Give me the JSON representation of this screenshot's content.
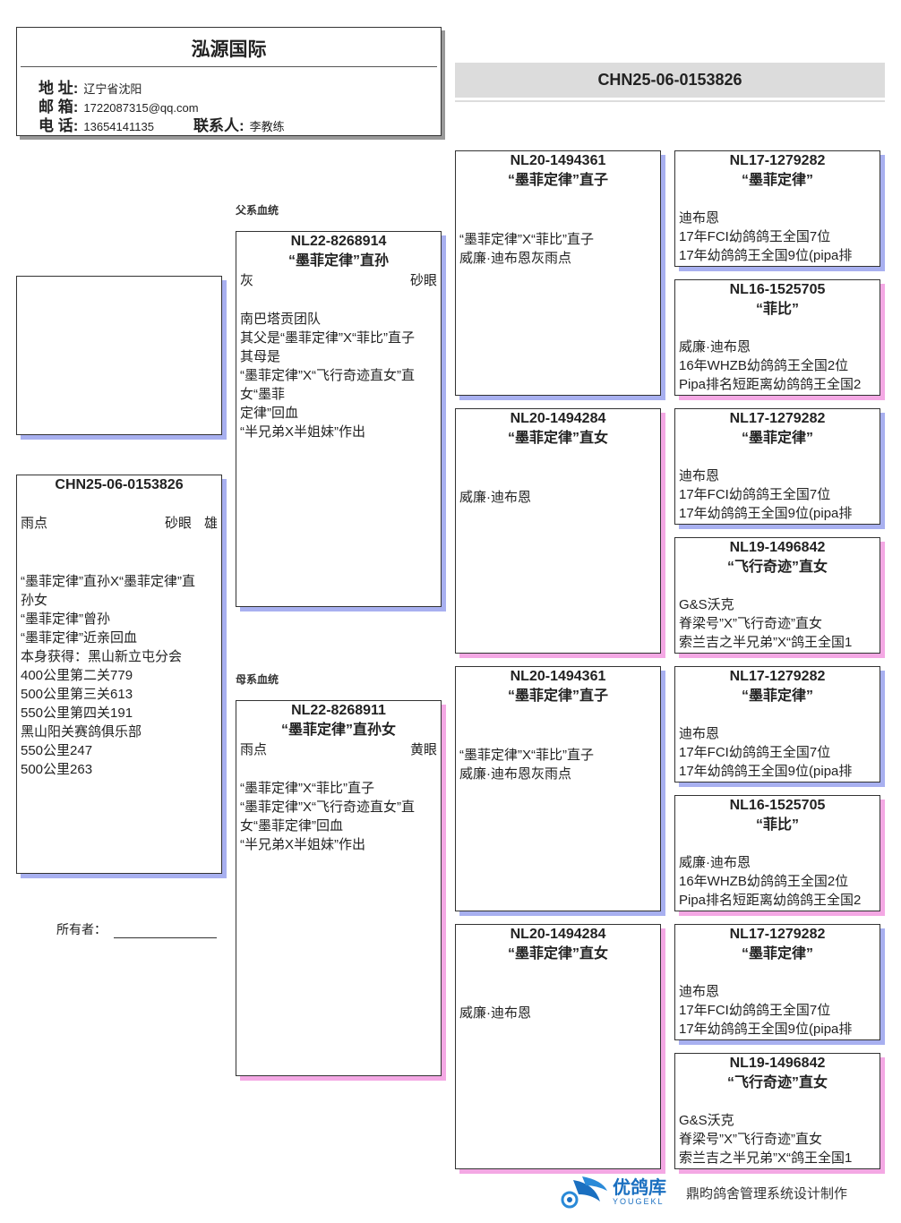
{
  "header": {
    "title": "泓源国际",
    "address_label": "地 址:",
    "address": "辽宁省沈阳",
    "email_label": "邮 箱:",
    "email": "1722087315@qq.com",
    "phone_label": "电 话:",
    "phone": "13654141135",
    "contact_label": "联系人:",
    "contact": "李教练"
  },
  "banner": {
    "ring": "CHN25-06-0153826"
  },
  "colors": {
    "male_shadow": "#a8b0f0",
    "female_shadow": "#f4a8e4"
  },
  "sections": {
    "sire_label": "父系血统",
    "dam_label": "母系血统"
  },
  "owner": {
    "label": "所有者："
  },
  "footer": {
    "brand": "优鸽库",
    "brand_en": "YOUGEKL",
    "credit": "鼎昀鸽舍管理系统设计制作"
  },
  "subject": {
    "ring": "CHN25-06-0153826",
    "color": "雨点",
    "eye": "砂眼",
    "sex": "雄",
    "lines": [
      "“墨菲定律”直孙X“墨菲定律”直",
      "孙女",
      "“墨菲定律”曾孙",
      "“墨菲定律”近亲回血",
      "本身获得：黑山新立屯分会",
      "400公里第二关779",
      "500公里第三关613",
      "550公里第四关191",
      "黑山阳关赛鸽俱乐部",
      "550公里247",
      "500公里263"
    ]
  },
  "sire": {
    "ring": "NL22-8268914",
    "name": "“墨菲定律”直孙",
    "color": "灰",
    "eye": "砂眼",
    "lines": [
      "南巴塔贡团队",
      "其父是“墨菲定律”X“菲比”直子",
      "其母是",
      "“墨菲定律”X“飞行奇迹直女”直",
      "女“墨菲",
      "定律”回血",
      "“半兄弟X半姐妹”作出"
    ]
  },
  "dam": {
    "ring": "NL22-8268911",
    "name": "“墨菲定律”直孙女",
    "color": "雨点",
    "eye": "黄眼",
    "lines": [
      "“墨菲定律”X“菲比”直子",
      "“墨菲定律”X“飞行奇迹直女”直",
      "女“墨菲定律”回血",
      "“半兄弟X半姐妹”作出"
    ]
  },
  "gen3": [
    {
      "ring": "NL20-1494361",
      "name": "“墨菲定律”直子",
      "lines": [
        "“墨菲定律”X“菲比”直子",
        "威廉·迪布恩灰雨点"
      ]
    },
    {
      "ring": "NL20-1494284",
      "name": "“墨菲定律”直女",
      "lines": [
        "威廉·迪布恩"
      ]
    },
    {
      "ring": "NL20-1494361",
      "name": "“墨菲定律”直子",
      "lines": [
        "“墨菲定律”X“菲比”直子",
        "威廉·迪布恩灰雨点"
      ]
    },
    {
      "ring": "NL20-1494284",
      "name": "“墨菲定律”直女",
      "lines": [
        "威廉·迪布恩"
      ]
    }
  ],
  "gen4": [
    {
      "ring": "NL17-1279282",
      "name": "“墨菲定律”",
      "lines": [
        "迪布恩",
        "17年FCI幼鸽鸽王全国7位",
        "17年幼鸽鸽王全国9位(pipa排"
      ]
    },
    {
      "ring": "NL16-1525705",
      "name": "“菲比”",
      "lines": [
        "威廉·迪布恩",
        "16年WHZB幼鸽鸽王全国2位",
        "Pipa排名短距离幼鸽鸽王全国2"
      ]
    },
    {
      "ring": "NL17-1279282",
      "name": "“墨菲定律”",
      "lines": [
        "迪布恩",
        "17年FCI幼鸽鸽王全国7位",
        "17年幼鸽鸽王全国9位(pipa排"
      ]
    },
    {
      "ring": "NL19-1496842",
      "name": "“飞行奇迹”直女",
      "lines": [
        "G&S沃克",
        "脊梁号”X”飞行奇迹”直女",
        "索兰吉之半兄弟”X“鸽王全国1"
      ]
    },
    {
      "ring": "NL17-1279282",
      "name": "“墨菲定律”",
      "lines": [
        "迪布恩",
        "17年FCI幼鸽鸽王全国7位",
        "17年幼鸽鸽王全国9位(pipa排"
      ]
    },
    {
      "ring": "NL16-1525705",
      "name": "“菲比”",
      "lines": [
        "威廉·迪布恩",
        "16年WHZB幼鸽鸽王全国2位",
        "Pipa排名短距离幼鸽鸽王全国2"
      ]
    },
    {
      "ring": "NL17-1279282",
      "name": "“墨菲定律”",
      "lines": [
        "迪布恩",
        "17年FCI幼鸽鸽王全国7位",
        "17年幼鸽鸽王全国9位(pipa排"
      ]
    },
    {
      "ring": "NL19-1496842",
      "name": "“飞行奇迹”直女",
      "lines": [
        "G&S沃克",
        "脊梁号”X”飞行奇迹”直女",
        "索兰吉之半兄弟”X“鸽王全国1"
      ]
    }
  ]
}
